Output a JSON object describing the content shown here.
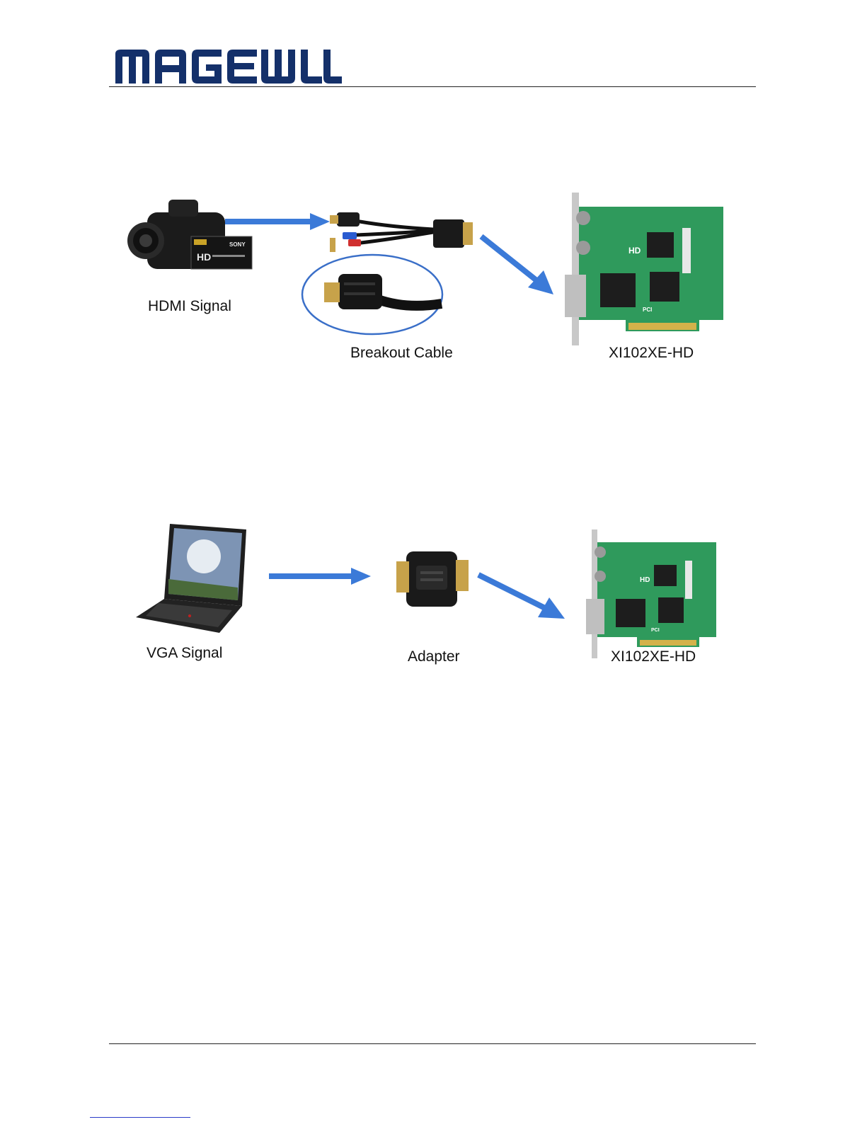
{
  "header": {
    "logo_text": "MAGEWELL",
    "brand_color": "#14306a"
  },
  "diagrams": [
    {
      "source_label": "HDMI Signal",
      "middle_label": "Breakout Cable",
      "target_label": "XI102XE-HD",
      "camera_brand": "SONY",
      "camera_hd": "HD"
    },
    {
      "source_label": "VGA Signal",
      "middle_label": "Adapter",
      "target_label": "XI102XE-HD"
    }
  ],
  "card_marks": {
    "hd": "HD",
    "pci": "PCI"
  },
  "colors": {
    "arrow": "#3b7ad8",
    "board": "#2f9a5c",
    "zoom_ellipse": "#3a6fc8"
  }
}
